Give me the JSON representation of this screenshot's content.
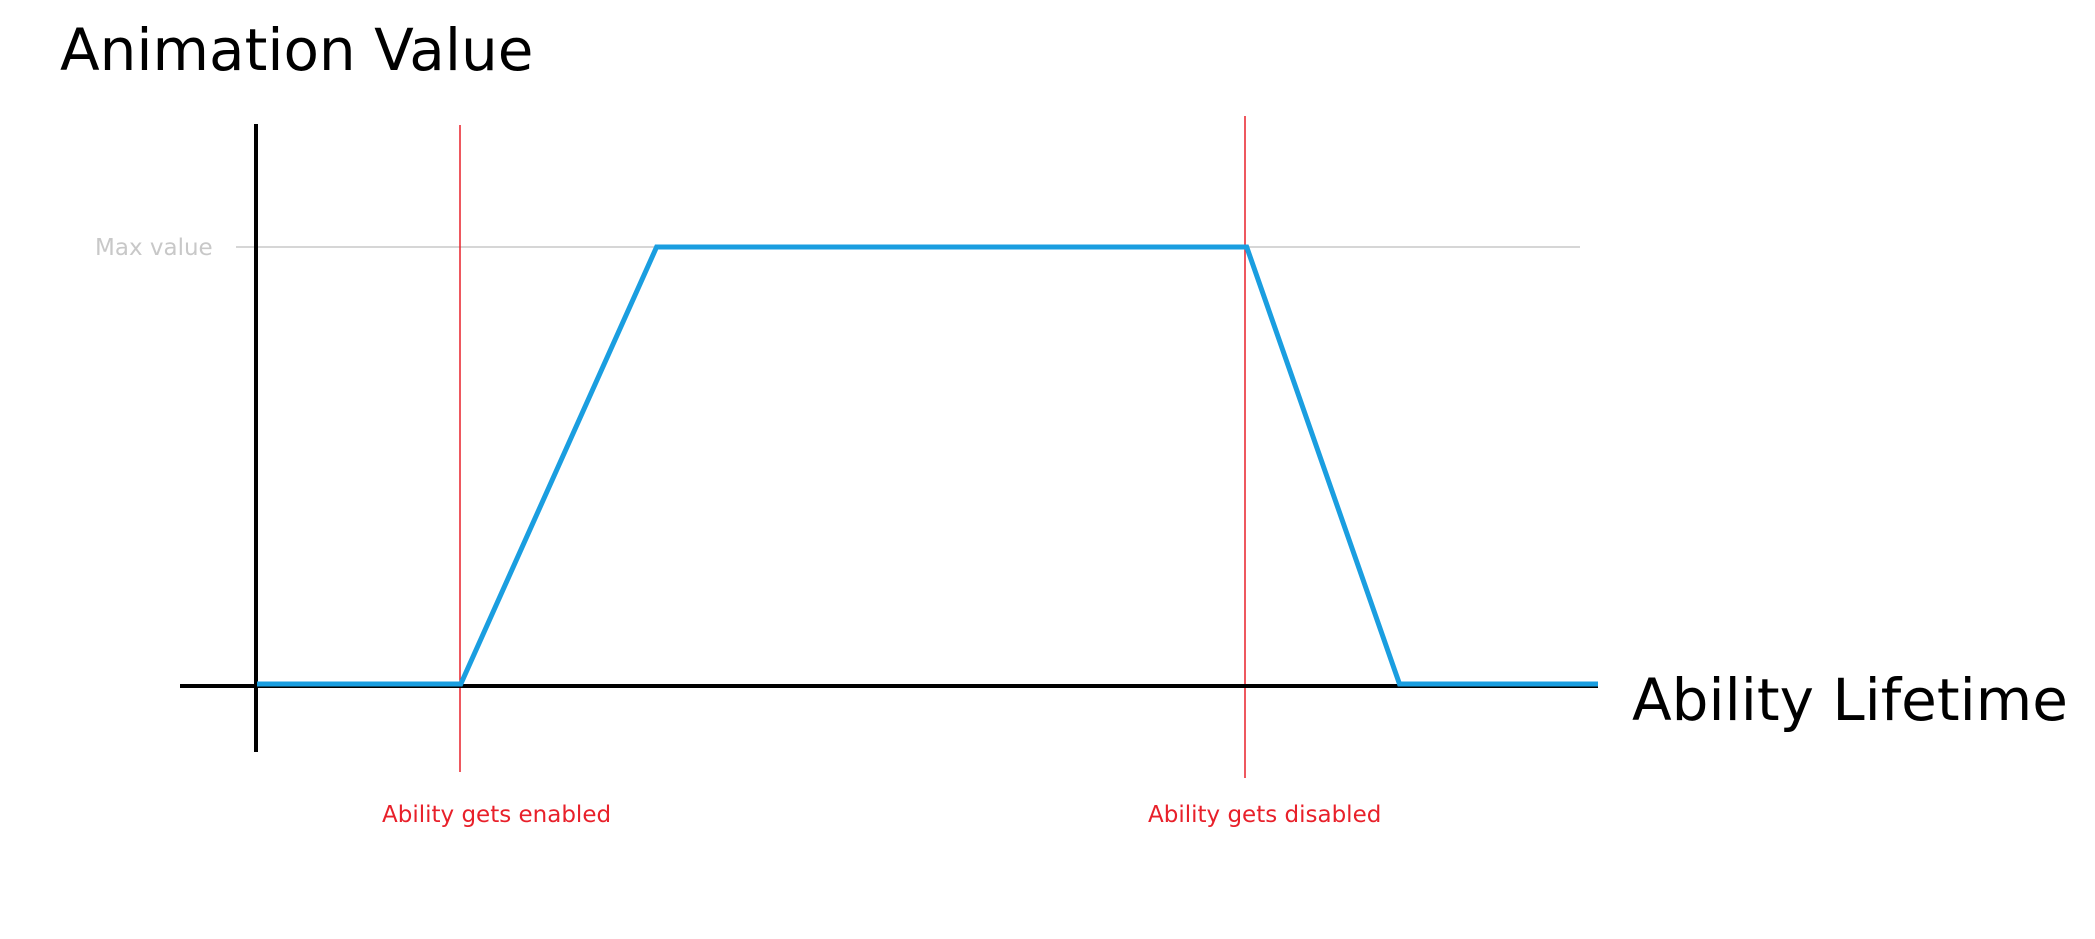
{
  "title": "Animation Value",
  "x_axis_label": "Ability Lifetime",
  "reference_line": {
    "label": "Max value",
    "color": "#c8c8c8"
  },
  "events": [
    {
      "label": "Ability gets enabled",
      "color": "#e8202a"
    },
    {
      "label": "Ability gets disabled",
      "color": "#e8202a"
    }
  ],
  "curve": {
    "color": "#1a9ee0",
    "shape": "trapezoid",
    "points": [
      {
        "t": 0,
        "value": 0
      },
      {
        "t": 0.152,
        "value": 0
      },
      {
        "t": 0.298,
        "value": 1
      },
      {
        "t": 0.738,
        "value": 1
      },
      {
        "t": 0.852,
        "value": 0
      },
      {
        "t": 1,
        "value": 0
      }
    ]
  },
  "colors": {
    "axis": "#000000",
    "background": "#ffffff"
  }
}
